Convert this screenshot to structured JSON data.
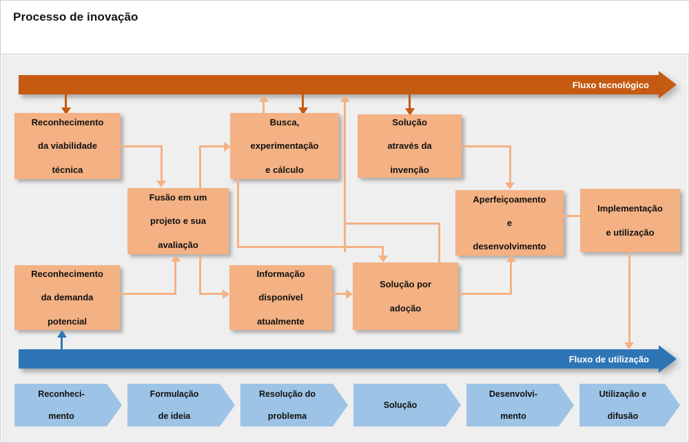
{
  "header": {
    "title": "Processo de inovação"
  },
  "flows": {
    "tech": {
      "label": "Fluxo tecnológico",
      "color": "#c55a11"
    },
    "use": {
      "label": "Fluxo de utilização",
      "color": "#2e75b6"
    }
  },
  "palette": {
    "box_fill": "#f4b183",
    "chevron_fill": "#9dc3e6",
    "canvas_bg": "#efefef",
    "text": "#111111"
  },
  "boxes": [
    {
      "id": "viabilidade",
      "lines": [
        "Reconhecimento",
        "da viabilidade",
        "técnica"
      ]
    },
    {
      "id": "busca",
      "lines": [
        "Busca,",
        "experimentação",
        "e cálculo"
      ]
    },
    {
      "id": "invencao",
      "lines": [
        "Solução",
        "através da",
        "invenção"
      ]
    },
    {
      "id": "fusao",
      "lines": [
        "Fusão em um",
        "projeto e sua",
        "avaliação"
      ]
    },
    {
      "id": "aperfeicoamento",
      "lines": [
        "Aperfeiçoamento",
        "e",
        "desenvolvimento"
      ]
    },
    {
      "id": "implementacao",
      "lines": [
        "Implementação",
        "e utilização"
      ]
    },
    {
      "id": "demanda",
      "lines": [
        "Reconhecimento",
        "da demanda",
        "potencial"
      ]
    },
    {
      "id": "informacao",
      "lines": [
        "Informação",
        "disponível",
        "atualmente"
      ]
    },
    {
      "id": "adocao",
      "lines": [
        "Solução por",
        "adoção"
      ]
    }
  ],
  "stages": [
    {
      "id": "stage-1",
      "lines": [
        "Reconheci-",
        "mento"
      ]
    },
    {
      "id": "stage-2",
      "lines": [
        "Formulação",
        "de ideia"
      ]
    },
    {
      "id": "stage-3",
      "lines": [
        "Resolução do",
        "problema"
      ]
    },
    {
      "id": "stage-4",
      "lines": [
        "Solução"
      ]
    },
    {
      "id": "stage-5",
      "lines": [
        "Desenvolvi-",
        "mento"
      ]
    },
    {
      "id": "stage-6",
      "lines": [
        "Utilização e",
        "difusão"
      ]
    }
  ]
}
